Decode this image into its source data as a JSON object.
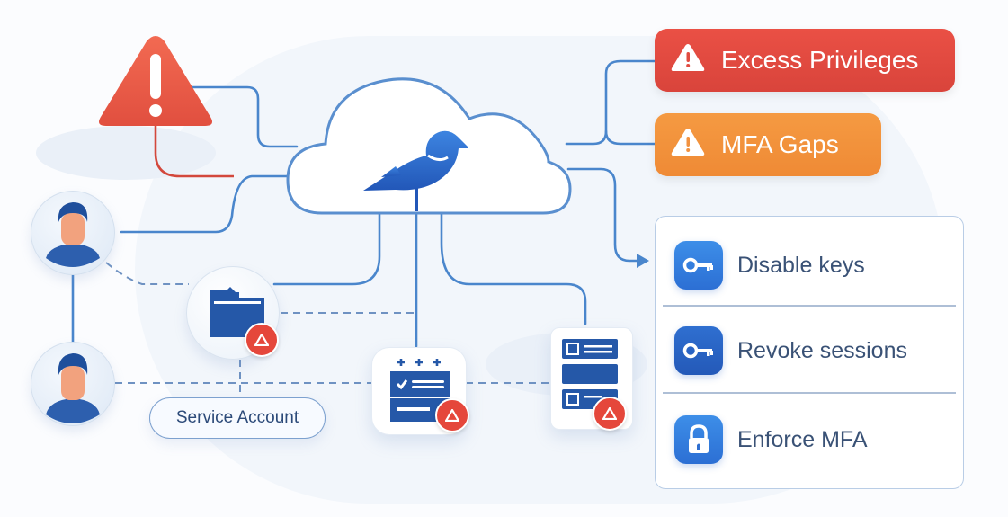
{
  "diagram": {
    "title_hidden": "",
    "alerts": [
      {
        "label": "Excess Privileges",
        "icon": "warning-triangle-icon",
        "color": "#e14b40"
      },
      {
        "label": "MFA Gaps",
        "icon": "warning-triangle-icon",
        "color": "#f29240"
      }
    ],
    "actions": [
      {
        "label": "Disable keys",
        "icon": "key-icon"
      },
      {
        "label": "Revoke sessions",
        "icon": "key-icon"
      },
      {
        "label": "Enforce MFA",
        "icon": "lock-icon"
      }
    ],
    "service_account_label": "Service Account",
    "central_node": {
      "icon": "bird-icon",
      "shape": "cloud"
    },
    "warning_node": {
      "icon": "warning-triangle-icon",
      "color": "#ee5a45"
    },
    "resources": [
      {
        "name": "folder",
        "icon": "folder-icon",
        "badge": "alert-badge"
      },
      {
        "name": "checklist",
        "icon": "checklist-icon",
        "badge": "alert-badge"
      },
      {
        "name": "server",
        "icon": "server-icon",
        "badge": "alert-badge"
      }
    ],
    "users": [
      {
        "name": "user-1",
        "icon": "user-icon"
      },
      {
        "name": "user-2",
        "icon": "user-icon"
      }
    ],
    "colors": {
      "line": "#4a86cc",
      "alert_red": "#e14b40",
      "alert_orange": "#f29240",
      "accent_blue": "#2f6fd0",
      "badge_red": "#e5473b"
    }
  }
}
